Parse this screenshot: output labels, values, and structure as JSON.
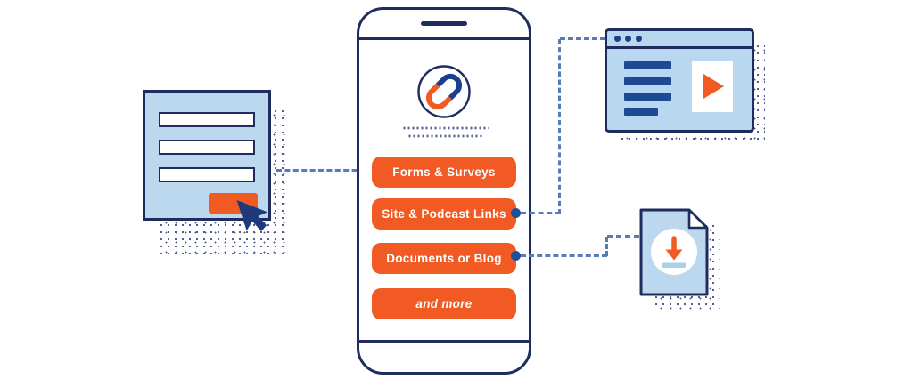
{
  "phone_mockup": {
    "logo_icon": "chain-link-icon",
    "buttons": [
      {
        "label": "Forms & Surveys"
      },
      {
        "label": "Site & Podcast Links"
      },
      {
        "label": "Documents or Blog"
      },
      {
        "label": "and more"
      }
    ]
  },
  "connected_cards": {
    "form_card": {
      "icon": "signup-form-icon",
      "pointer": "cursor-icon"
    },
    "browser_card": {
      "icon": "browser-window-icon",
      "media": "play-icon"
    },
    "document_card": {
      "icon": "document-icon",
      "media": "download-icon"
    }
  },
  "colors": {
    "orange": "#f15a22",
    "navy": "#1f2c5e",
    "light_blue": "#bcd8ee",
    "bar_blue": "#1c4a94",
    "dash_blue": "#567cb6",
    "connector_dot_blue": "#1d4f9b",
    "white": "#ffffff"
  }
}
